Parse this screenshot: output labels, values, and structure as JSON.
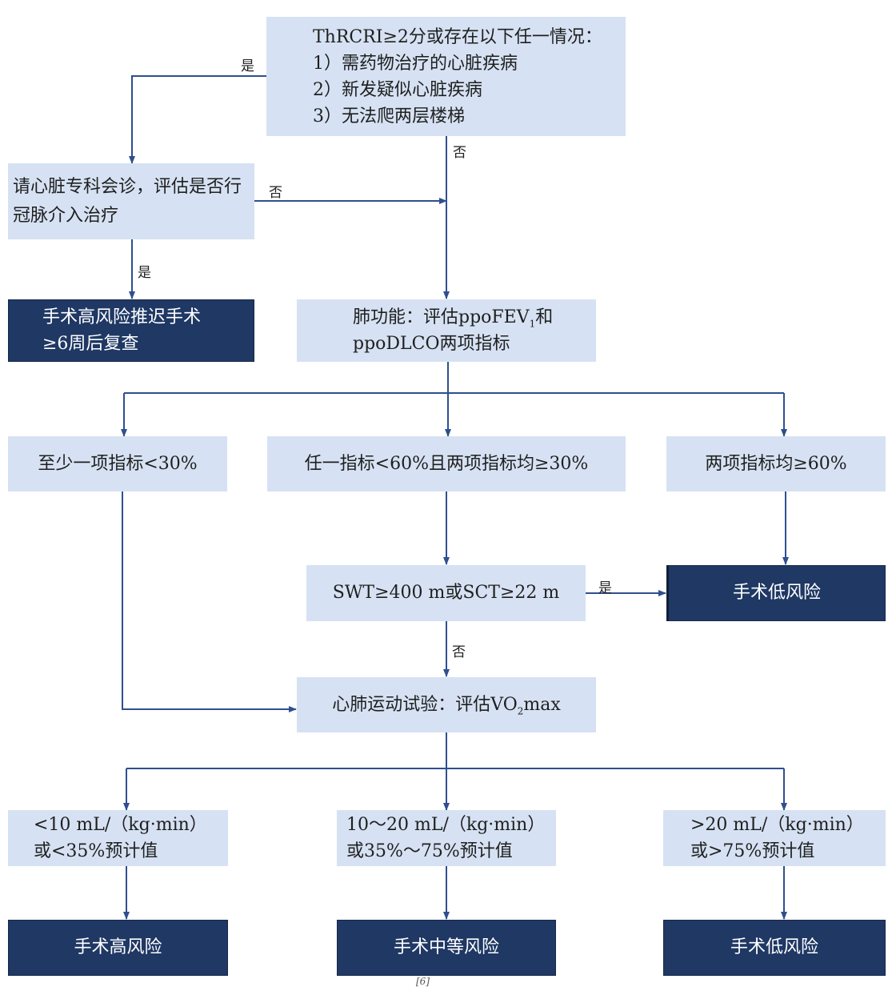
{
  "nodes": {
    "start": {
      "line1": "ThRCRI≥2分或存在以下任一情况：",
      "line2": "1）需药物治疗的心脏疾病",
      "line3": "2）新发疑似心脏疾病",
      "line4": "3）无法爬两层楼梯"
    },
    "consult": {
      "text": "请心脏专科会诊，评估是否行冠脉介入治疗"
    },
    "high_risk_delay": {
      "line1": "手术高风险推迟手术",
      "line2": "≥6周后复查"
    },
    "lung_function": {
      "part1": "肺功能：评估ppoFEV",
      "sub": "1",
      "part2": "和",
      "line2": "ppoDLCO两项指标"
    },
    "branch_low": {
      "text": "至少一项指标<30%"
    },
    "branch_mid": {
      "text": "任一指标<60%且两项指标均≥30%"
    },
    "branch_high": {
      "text": "两项指标均≥60%"
    },
    "swt": {
      "text": "SWT≥400 m或SCT≥22 m"
    },
    "low_risk_1": {
      "text": "手术低风险"
    },
    "cpet": {
      "part1": "心肺运动试验：评估VO",
      "sub": "2",
      "part2": "max"
    },
    "vo2_low": {
      "line1": "<10 mL/（kg·min）",
      "line2": "或<35%预计值"
    },
    "vo2_mid": {
      "line1": "10～20 mL/（kg·min）",
      "line2": "或35%～75%预计值"
    },
    "vo2_high": {
      "line1": ">20 mL/（kg·min）",
      "line2": "或>75%预计值"
    },
    "result_high": {
      "text": "手术高风险"
    },
    "result_mid": {
      "text": "手术中等风险"
    },
    "result_low": {
      "text": "手术低风险"
    }
  },
  "labels": {
    "yes": "是",
    "no": "否"
  },
  "footnote": "[6]",
  "colors": {
    "light_box": "#d6e2f3",
    "dark_box": "#1f3864",
    "arrow": "#2f4f8f"
  }
}
